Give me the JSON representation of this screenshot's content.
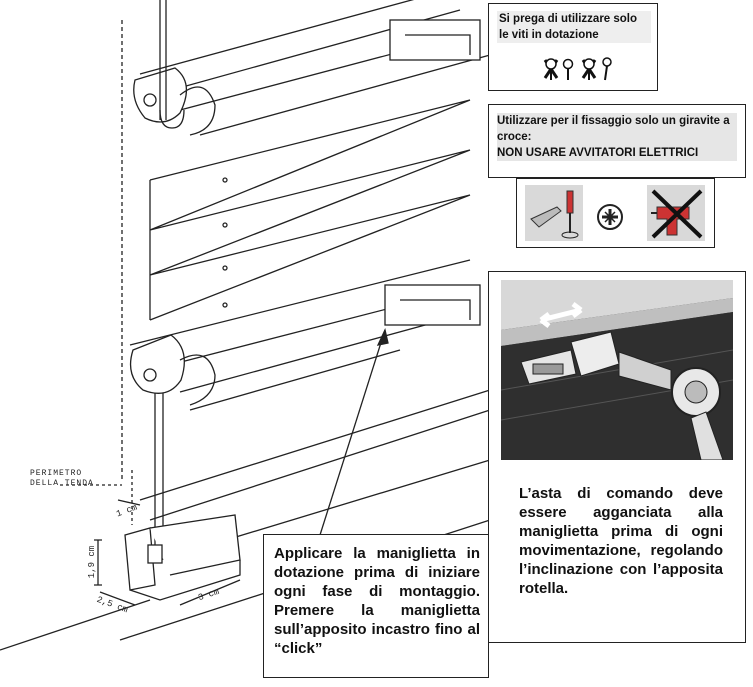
{
  "notes": {
    "screws": {
      "text": "Si prega di utilizzare solo le viti in dotazione"
    },
    "screwdriver": {
      "line1": "Utilizzare per il fissaggio solo un giravite a croce:",
      "line2": "NON USARE AVVITATORI ELETTRICI"
    },
    "rod": {
      "text": "L’asta di comando deve essere agganciata alla maniglietta prima di ogni movimentazione, regolando l’inclinazione con l’apposita rotella."
    },
    "handle": {
      "text": "Applicare la maniglietta in dotazione prima di iniziare ogni fase di montaggio. Premere la maniglietta sull’apposito incastro fino al “click”"
    }
  },
  "diagram": {
    "perimeter_label_1": "PERIMETRO",
    "perimeter_label_2": "DELLA TENDA",
    "dim_1cm": "1 cm",
    "dim_19cm": "1,9 cm",
    "dim_25cm": "2,5 cm",
    "dim_3cm": "3 cm"
  },
  "icons": [
    "screw-crossed-icon",
    "screw-icon",
    "screw-crossed-icon",
    "screw-icon",
    "screwdriver-hand-icon",
    "phillips-head-icon",
    "no-power-drill-icon"
  ]
}
